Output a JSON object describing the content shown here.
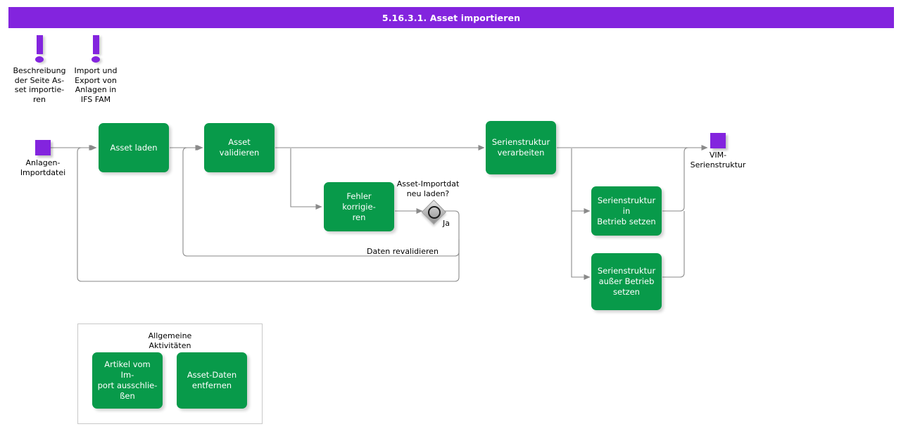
{
  "header": {
    "title": "5.16.3.1. Asset importieren",
    "bar_color": "#8324de",
    "text_color": "#ffffff"
  },
  "theme": {
    "task_fill": "#089a4a",
    "task_text": "#ffffff",
    "data_object_fill": "#8324de",
    "annotation_fill": "#8324de",
    "gateway_fill": "#bdbdbd",
    "connector_color": "#8a8a8a",
    "canvas": "#ffffff"
  },
  "annotations": [
    {
      "name": "annotation-beschreibung",
      "icon": "exclamation-icon",
      "label": "Beschreibung\nder Seite  As-\nset  importie-\nren"
    },
    {
      "name": "annotation-import-export",
      "icon": "exclamation-icon",
      "label": "Import und\nExport von\nAnlagen in\nIFS FAM"
    }
  ],
  "data_objects": [
    {
      "name": "data-object-anlagen-importdatei",
      "icon": "data-object-icon",
      "label": "Anlagen-\nImportdatei"
    },
    {
      "name": "data-object-vim-serienstruktur",
      "icon": "data-object-icon",
      "label": "VIM-\nSerienstruktur"
    }
  ],
  "tasks": [
    {
      "name": "task-asset-laden",
      "label": "Asset laden"
    },
    {
      "name": "task-asset-validieren",
      "label": "Asset validieren"
    },
    {
      "name": "task-fehler-korrigieren",
      "label": "Fehler korrigie-\nren"
    },
    {
      "name": "task-serienstruktur-verarbeiten",
      "label": "Serienstruktur\nverarbeiten"
    },
    {
      "name": "task-serienstruktur-in-betrieb",
      "label": "Serienstruktur in\nBetrieb setzen"
    },
    {
      "name": "task-serienstruktur-ausser-betrieb",
      "label": "Serienstruktur\naußer Betrieb\nsetzen"
    }
  ],
  "gateway": {
    "name": "gateway-asset-importdatei-neu-laden",
    "label": "Asset-Importdat\nneu laden?",
    "type": "event-based-gateway"
  },
  "edge_labels": [
    {
      "name": "edge-label-ja",
      "text": "Ja"
    },
    {
      "name": "edge-label-daten-revalidieren",
      "text": "Daten revalidieren"
    }
  ],
  "group": {
    "name": "group-allgemeine-aktivitaeten",
    "title": "Allgemeine\nAktivitäten",
    "tasks": [
      {
        "name": "task-artikel-vom-import-ausschliessen",
        "label": "Artikel vom Im-\nport ausschlie-\nßen"
      },
      {
        "name": "task-asset-daten-entfernen",
        "label": "Asset-Daten\nentfernen"
      }
    ]
  }
}
